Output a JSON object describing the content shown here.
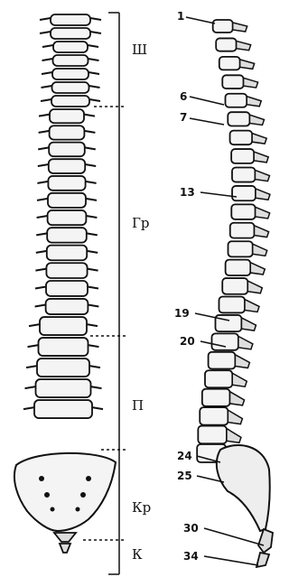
{
  "figure": {
    "regions": [
      {
        "key": "cervical",
        "label": "Ш"
      },
      {
        "key": "thoracic",
        "label": "Гр"
      },
      {
        "key": "lumbar",
        "label": "П"
      },
      {
        "key": "sacral",
        "label": "Кр"
      },
      {
        "key": "coccygeal",
        "label": "К"
      }
    ],
    "vertebra_numbers": [
      "1",
      "6",
      "7",
      "13",
      "19",
      "20",
      "24",
      "25",
      "30",
      "34"
    ]
  },
  "colors": {
    "ink": "#111111",
    "paper": "#ffffff",
    "bone_fill": "#f4f4f4"
  }
}
